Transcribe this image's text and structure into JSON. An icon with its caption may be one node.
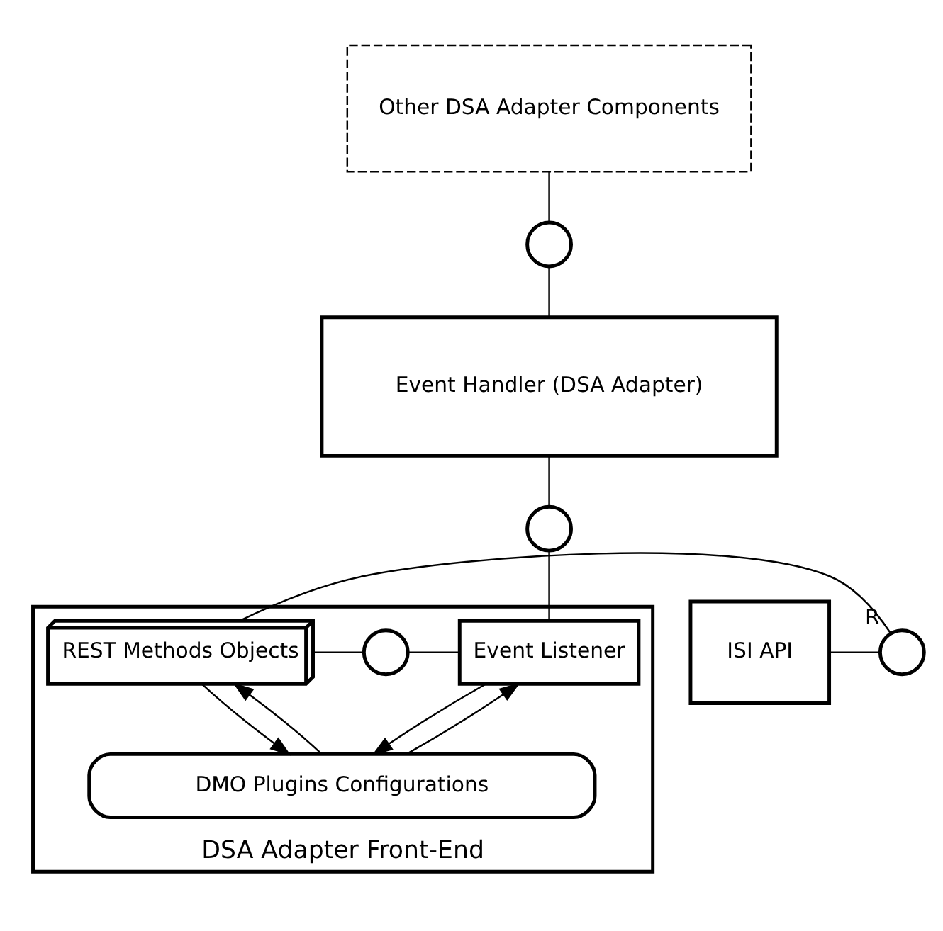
{
  "diagram": {
    "nodes": [
      {
        "text": [
          "Other DSA Adapter Components"
        ]
      },
      {
        "text": [],
        "shape": "circle"
      },
      {
        "text": [
          "Event Handler (DSA Adapter)"
        ]
      },
      {
        "text": [],
        "shape": "circle"
      },
      {
        "text": [
          "DSA Adapter Front-End"
        ]
      },
      {
        "text": [
          "ISI API"
        ]
      },
      {
        "text": [],
        "shape": "circle",
        "beside": [
          "R"
        ]
      },
      {
        "text": [
          "REST Methods Objects"
        ],
        "in": 4
      },
      {
        "text": [],
        "shape": "circle",
        "in": 4
      },
      {
        "text": [
          "Event Listener"
        ],
        "in": 4
      },
      {
        "text": [
          "DMO Plugins Configurations"
        ],
        "in": 4
      }
    ],
    "edges": [
      {
        "from": 0,
        "to": 1,
        "arrow": "none"
      },
      {
        "from": 1,
        "to": 2,
        "arrow": "none"
      },
      {
        "from": 2,
        "to": 3,
        "arrow": "none"
      },
      {
        "from": 3,
        "to": 9,
        "arrow": "none"
      },
      {
        "from": 5,
        "to": 6,
        "arrow": "none"
      },
      {
        "from": 6,
        "to": 7,
        "arrow": "none"
      },
      {
        "from": 7,
        "to": 8,
        "arrow": "none"
      },
      {
        "from": 8,
        "to": 9,
        "arrow": "none"
      },
      {
        "from": 10,
        "to": 7,
        "arrow": "to"
      },
      {
        "from": 7,
        "to": 10,
        "arrow": "to"
      },
      {
        "from": 10,
        "to": 9,
        "arrow": "to"
      },
      {
        "from": 9,
        "to": 10,
        "arrow": "to"
      }
    ]
  }
}
